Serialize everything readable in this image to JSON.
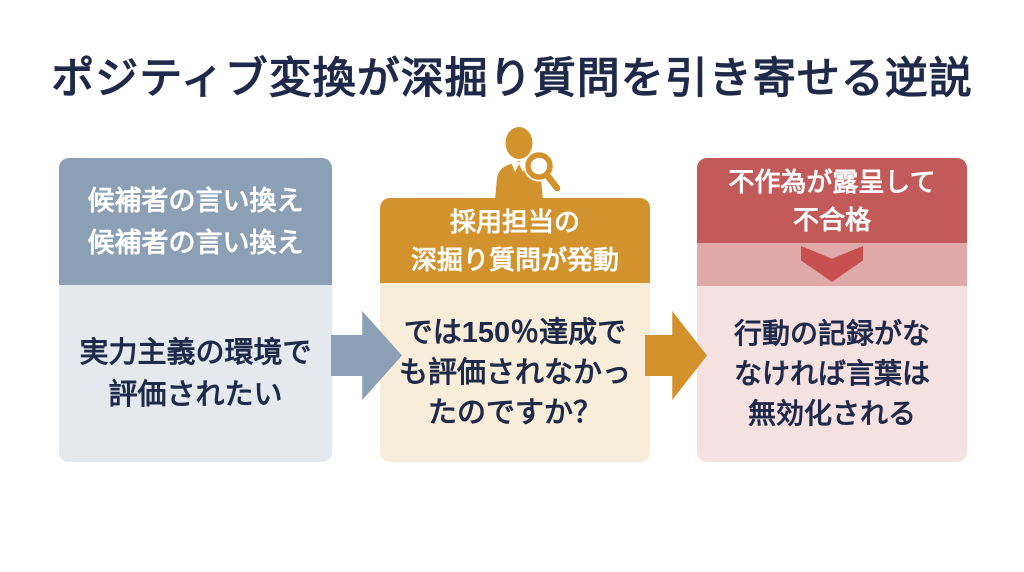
{
  "title": "ポジティブ変換が深掘り質問を引き寄せる逆説",
  "steps": [
    {
      "name": "candidate-rephrase",
      "header": "候補者の言い換え\n候補者の言い換え",
      "body": "実力主義の環境で\n評価されたい",
      "accent_color": "#8CA0B5",
      "body_color": "#E4E9EE"
    },
    {
      "name": "recruiter-probing-question",
      "header": "採用担当の\n深掘り質問が発動",
      "body": "では150％達成で\nも評価されなかっ\nたのですか？",
      "accent_color": "#D2922E",
      "body_color": "#F8EDD8"
    },
    {
      "name": "rejection",
      "header": "不作為が露呈して\n不合格",
      "body": "行動の記録がな\nなければ言葉は\n無効化される",
      "accent_color": "#C25A5A",
      "band_color": "#DFA9A9",
      "body_color": "#F6E1E1"
    }
  ],
  "icons": [
    {
      "name": "recruiter-magnifier-icon",
      "color": "#D2922E"
    },
    {
      "name": "down-arrow-icon",
      "color": "#C8514F"
    },
    {
      "name": "flow-arrow-right-1",
      "color": "#8CA0B5"
    },
    {
      "name": "flow-arrow-right-2",
      "color": "#D2912B"
    }
  ],
  "colors": {
    "background": "#FFFFFF",
    "title_text": "#1F2A4A",
    "body_text": "#1F2A4A",
    "header_text": "#FFFFFF"
  }
}
